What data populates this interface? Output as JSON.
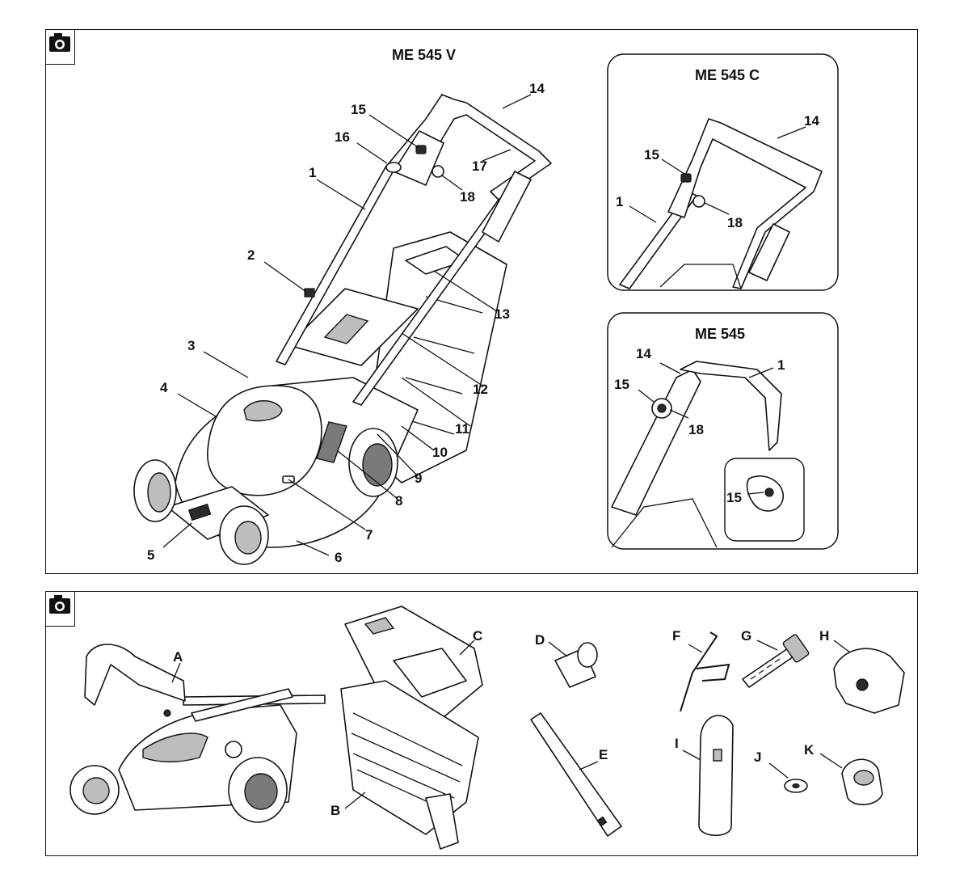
{
  "panel_top": {
    "title_main": "ME 545 V",
    "title_inset_c": "ME 545 C",
    "title_inset_545": "ME 545",
    "labels_main": [
      "1",
      "2",
      "3",
      "4",
      "5",
      "6",
      "7",
      "8",
      "9",
      "10",
      "11",
      "12",
      "13",
      "14",
      "15",
      "16",
      "17",
      "18"
    ],
    "labels_c": [
      "14",
      "15",
      "1",
      "18"
    ],
    "labels_545": [
      "14",
      "1",
      "15",
      "18",
      "15"
    ]
  },
  "panel_bottom": {
    "labels": [
      "A",
      "B",
      "C",
      "D",
      "E",
      "F",
      "G",
      "H",
      "I",
      "J",
      "K"
    ]
  },
  "icons": {
    "camera": "camera-icon"
  }
}
